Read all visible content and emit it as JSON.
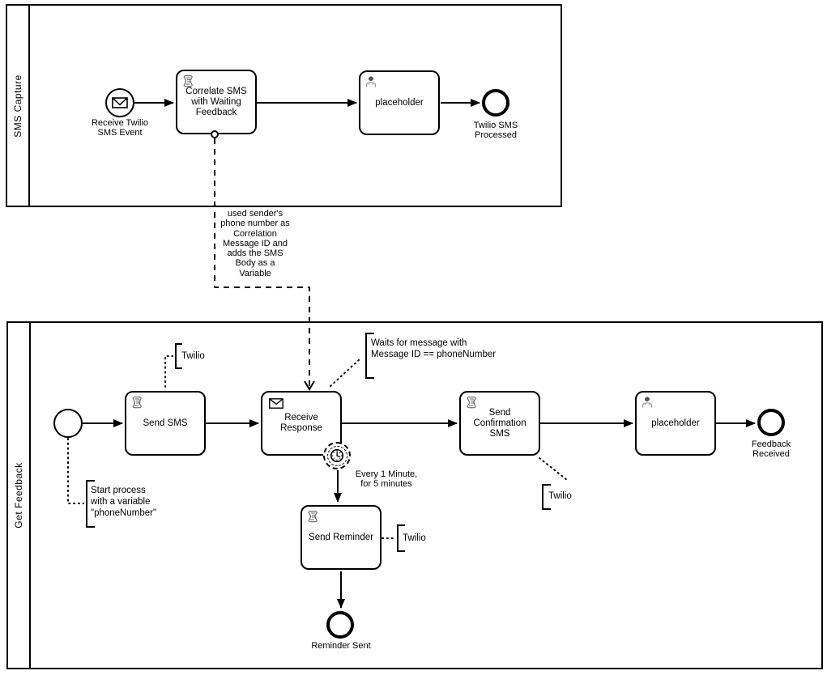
{
  "pools": [
    {
      "label": "SMS Capture"
    },
    {
      "label": "Get Feedback"
    }
  ],
  "sms_capture": {
    "start_event": "Receive Twilio\nSMS Event",
    "correlate_task": "Correlate SMS\nwith Waiting\nFeedback",
    "placeholder_task": "placeholder",
    "end_event": "Twilio SMS\nProcessed",
    "correlation_note": "used sender's\nphone number as\nCorrelation\nMessage ID and\nadds the SMS\nBody as a\nVariable"
  },
  "get_feedback": {
    "send_sms_task": "Send SMS",
    "receive_response_task": "Receive\nResponse",
    "send_confirmation_task": "Send\nConfirmation\nSMS",
    "placeholder_task": "placeholder",
    "send_reminder_task": "Send Reminder",
    "feedback_end_event": "Feedback\nReceived",
    "reminder_end_event": "Reminder Sent",
    "timer_flow_label": "Every 1 Minute,\nfor 5 minutes",
    "start_note": "Start process\nwith a variable\n\"phoneNumber\"",
    "waits_note": "Waits for message with\nMessage ID == phoneNumber",
    "twilio_note_send_sms": "Twilio",
    "twilio_note_confirmation": "Twilio",
    "twilio_note_reminder": "Twilio"
  },
  "colors": {
    "stroke": "#000000",
    "background": "#ffffff",
    "marker_gray": "#555555"
  },
  "icons": {
    "message": "envelope-icon",
    "script": "script-scroll-icon",
    "user": "user-icon",
    "timer": "clock-icon"
  }
}
